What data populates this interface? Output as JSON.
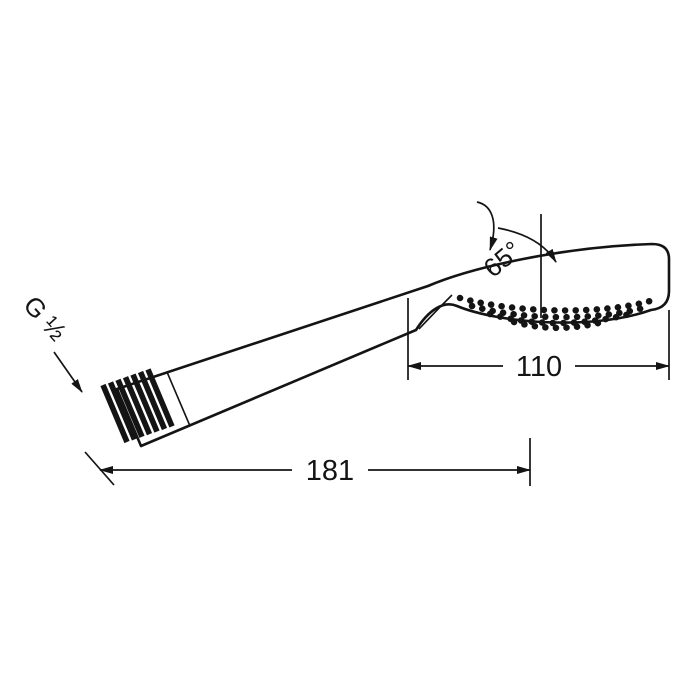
{
  "page": {
    "background": "#ffffff"
  },
  "drawing": {
    "subject": "hand shower technical dimension drawing",
    "line_color": "#141414",
    "labels": {
      "thread": "G ½",
      "angle": "65°",
      "head_width": "110",
      "overall_length": "181"
    }
  }
}
